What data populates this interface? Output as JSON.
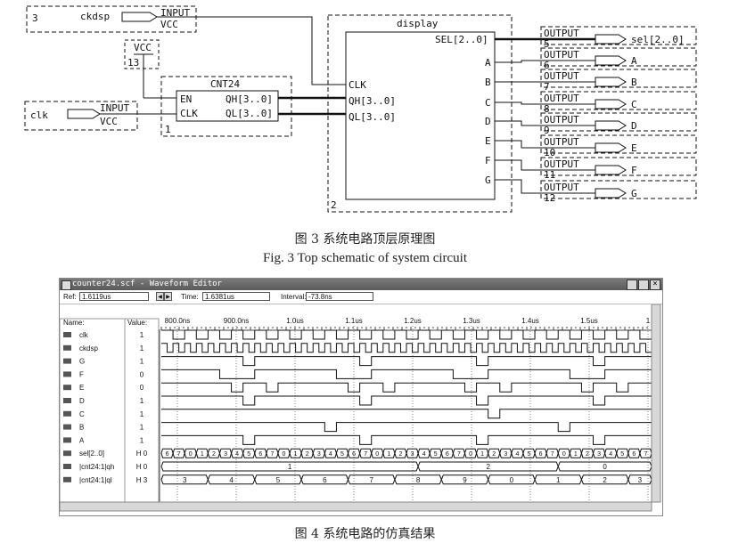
{
  "schematic": {
    "ckdsp_input": {
      "number": "3",
      "name": "ckdsp",
      "type": "INPUT",
      "vcc": "VCC"
    },
    "clk_input": {
      "name": "clk",
      "type": "INPUT",
      "vcc": "VCC"
    },
    "vcc_source": {
      "label": "VCC",
      "number": "13"
    },
    "cnt24": {
      "title": "CNT24",
      "number": "1",
      "ports_left": [
        "EN",
        "CLK"
      ],
      "ports_right": [
        "QH[3..0]",
        "QL[3..0]"
      ]
    },
    "display": {
      "title": "display",
      "number": "2",
      "ports_left": [
        "CLK",
        "QH[3..0]",
        "QL[3..0]"
      ],
      "ports_right": [
        "SEL[2..0]",
        "A",
        "B",
        "C",
        "D",
        "E",
        "F",
        "G"
      ]
    },
    "outputs": [
      {
        "type": "OUTPUT",
        "num": "5",
        "name": "sel[2..0]"
      },
      {
        "type": "OUTPUT",
        "num": "6",
        "name": "A"
      },
      {
        "type": "OUTPUT",
        "num": "7",
        "name": "B"
      },
      {
        "type": "OUTPUT",
        "num": "8",
        "name": "C"
      },
      {
        "type": "OUTPUT",
        "num": "9",
        "name": "D"
      },
      {
        "type": "OUTPUT",
        "num": "10",
        "name": "E"
      },
      {
        "type": "OUTPUT",
        "num": "11",
        "name": "F"
      },
      {
        "type": "OUTPUT",
        "num": "12",
        "name": "G"
      }
    ]
  },
  "captions": {
    "fig3_cn": "图 3    系统电路顶层原理图",
    "fig3_en": "Fig. 3    Top schematic of system circuit",
    "fig4_cn": "图 4    系统电路的仿真结果"
  },
  "waveform": {
    "title": "counter24.scf - Waveform Editor",
    "ref_label": "Ref:",
    "ref_value": "1.6119us",
    "time_label": "Time:",
    "time_value": "1.6381us",
    "interval_label": "Interval:",
    "interval_value": "-73.8ns",
    "name_header": "Name:",
    "value_header": "Value:",
    "time_labels": [
      "800.0ns",
      "900.0ns",
      "1.0us",
      "1.1us",
      "1.2us",
      "1.3us",
      "1.4us",
      "1.5us",
      "1"
    ],
    "signals": [
      {
        "name": "clk",
        "value": "1",
        "kind": "clock",
        "period": 2
      },
      {
        "name": "ckdsp",
        "value": "1",
        "kind": "clock",
        "period": 1
      },
      {
        "name": "G",
        "value": "1",
        "kind": "digital",
        "edges": [
          [
            0,
            1
          ],
          [
            7,
            0
          ],
          [
            8,
            1
          ],
          [
            17,
            0
          ],
          [
            18,
            1
          ],
          [
            27,
            0
          ],
          [
            28,
            1
          ],
          [
            37,
            0
          ],
          [
            38,
            1
          ]
        ]
      },
      {
        "name": "F",
        "value": "0",
        "kind": "digital",
        "edges": [
          [
            0,
            1
          ],
          [
            5,
            0
          ],
          [
            8,
            1
          ],
          [
            15,
            0
          ],
          [
            18,
            1
          ],
          [
            25,
            0
          ],
          [
            28,
            1
          ],
          [
            35,
            0
          ],
          [
            38,
            1
          ]
        ]
      },
      {
        "name": "E",
        "value": "0",
        "kind": "digital",
        "edges": [
          [
            0,
            1
          ],
          [
            6,
            0
          ],
          [
            7,
            1
          ],
          [
            9,
            0
          ],
          [
            10,
            1
          ],
          [
            16,
            0
          ],
          [
            17,
            1
          ],
          [
            19,
            0
          ],
          [
            20,
            1
          ],
          [
            26,
            0
          ],
          [
            27,
            1
          ],
          [
            29,
            0
          ],
          [
            30,
            1
          ],
          [
            36,
            0
          ],
          [
            37,
            1
          ],
          [
            39,
            0
          ],
          [
            40,
            1
          ]
        ]
      },
      {
        "name": "D",
        "value": "1",
        "kind": "digital",
        "edges": [
          [
            0,
            1
          ],
          [
            7,
            0
          ],
          [
            8,
            1
          ],
          [
            17,
            0
          ],
          [
            18,
            1
          ],
          [
            27,
            0
          ],
          [
            28,
            1
          ],
          [
            37,
            0
          ],
          [
            38,
            1
          ]
        ]
      },
      {
        "name": "C",
        "value": "1",
        "kind": "digital",
        "edges": [
          [
            0,
            1
          ],
          [
            28,
            0
          ],
          [
            29,
            1
          ]
        ]
      },
      {
        "name": "B",
        "value": "1",
        "kind": "digital",
        "edges": [
          [
            0,
            1
          ],
          [
            14,
            0
          ],
          [
            15,
            1
          ],
          [
            34,
            0
          ],
          [
            35,
            1
          ]
        ]
      },
      {
        "name": "A",
        "value": "1",
        "kind": "digital",
        "edges": [
          [
            0,
            1
          ],
          [
            7,
            0
          ],
          [
            8,
            1
          ],
          [
            17,
            0
          ],
          [
            18,
            1
          ],
          [
            27,
            0
          ],
          [
            28,
            1
          ],
          [
            37,
            0
          ],
          [
            38,
            1
          ]
        ]
      },
      {
        "name": "sel[2..0]",
        "value": "H 0",
        "kind": "bus",
        "segments": [
          "6",
          "7",
          "0",
          "1",
          "2",
          "3",
          "4",
          "5",
          "6",
          "7",
          "0",
          "1",
          "2",
          "3",
          "4",
          "5",
          "6",
          "7",
          "0",
          "1",
          "2",
          "3",
          "4",
          "5",
          "6",
          "7",
          "0",
          "1",
          "2",
          "3",
          "4",
          "5",
          "6",
          "7",
          "0",
          "1",
          "2",
          "3",
          "4",
          "5",
          "6",
          "7"
        ]
      },
      {
        "name": "|cnt24:1|qh",
        "value": "H 0",
        "kind": "busrange",
        "segments": [
          {
            "from": 0,
            "to": 22,
            "label": "1"
          },
          {
            "from": 22,
            "to": 34,
            "label": "2"
          },
          {
            "from": 34,
            "to": 42,
            "label": "0"
          }
        ]
      },
      {
        "name": "|cnt24:1|ql",
        "value": "H 3",
        "kind": "busrange",
        "segments": [
          {
            "from": 0,
            "to": 4,
            "label": "3"
          },
          {
            "from": 4,
            "to": 8,
            "label": "4"
          },
          {
            "from": 8,
            "to": 12,
            "label": "5"
          },
          {
            "from": 12,
            "to": 16,
            "label": "6"
          },
          {
            "from": 16,
            "to": 20,
            "label": "7"
          },
          {
            "from": 20,
            "to": 24,
            "label": "8"
          },
          {
            "from": 24,
            "to": 28,
            "label": "9"
          },
          {
            "from": 28,
            "to": 32,
            "label": "0"
          },
          {
            "from": 32,
            "to": 36,
            "label": "1"
          },
          {
            "from": 36,
            "to": 40,
            "label": "2"
          },
          {
            "from": 40,
            "to": 42,
            "label": "3"
          }
        ]
      }
    ]
  }
}
